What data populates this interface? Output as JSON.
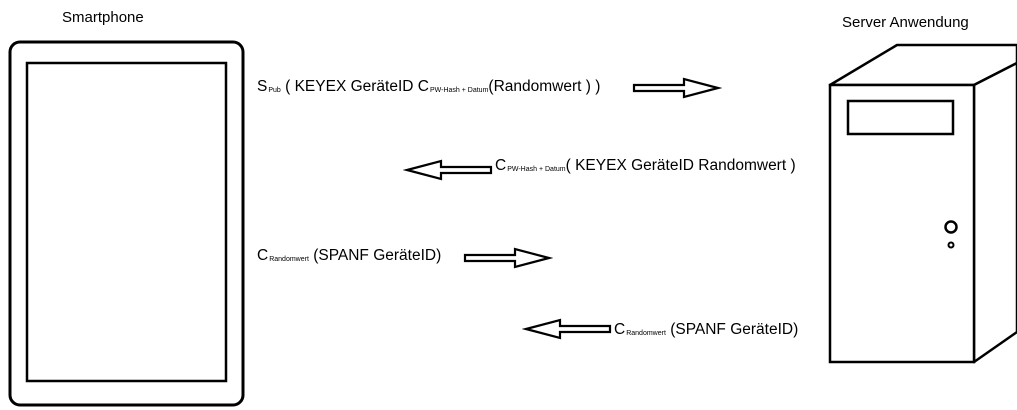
{
  "labels": {
    "smartphone": "Smartphone",
    "server": "Server Anwendung"
  },
  "messages": [
    {
      "direction": "to-server",
      "prefix": "S",
      "prefix_sub": "Pub",
      "part1": " ( KEYEX GeräteID C",
      "part1_sub": "PW-Hash + Datum",
      "part2": "(Randomwert ) )"
    },
    {
      "direction": "to-smartphone",
      "prefix": "C",
      "prefix_sub": "PW-Hash + Datum",
      "part1": "( KEYEX GeräteID  Randomwert )"
    },
    {
      "direction": "to-server",
      "prefix": "C",
      "prefix_sub": "Randomwert",
      "part1": " (SPANF GeräteID)"
    },
    {
      "direction": "to-smartphone",
      "prefix": "C",
      "prefix_sub": "Randomwert",
      "part1": " (SPANF GeräteID)"
    }
  ]
}
